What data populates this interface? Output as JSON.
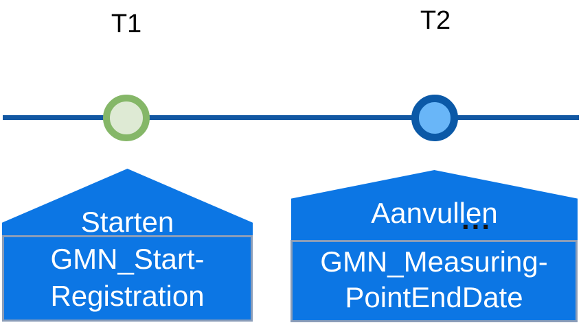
{
  "diagram": {
    "background_color": "#FFFFFF",
    "timeline": {
      "line_color": "#1257A2"
    },
    "markers": [
      {
        "label": "T1",
        "ring_color": "#85B768",
        "fill_color": "#DEEAD4"
      },
      {
        "label": "T2",
        "ring_color": "#0B59A7",
        "fill_color": "#69B6F8"
      }
    ],
    "callouts": [
      {
        "title": "Starten",
        "box_lines": [
          "GMN_Start-",
          "Registration"
        ],
        "fill_color": "#0C76E4",
        "box_border_color": "#8B9DB8",
        "text_color": "#FFFFFF"
      },
      {
        "title": "Aanvullen",
        "ellipsis": "...",
        "box_lines": [
          "GMN_Measuring-",
          "PointEndDate"
        ],
        "fill_color": "#0C76E4",
        "box_border_color": "#8B9DB8",
        "text_color": "#FFFFFF"
      }
    ]
  }
}
